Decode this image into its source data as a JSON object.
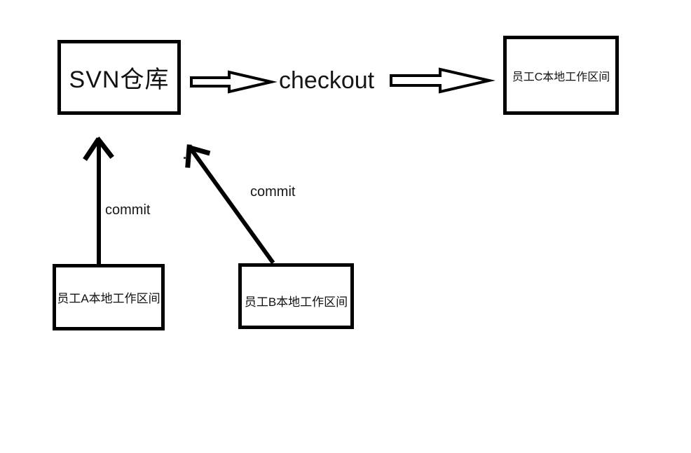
{
  "canvas": {
    "background": "#ffffff",
    "stroke_color": "#000000",
    "text_color": "#161616"
  },
  "nodes": {
    "svn": {
      "label": "SVN仓库"
    },
    "worker_a": {
      "label": "员工A本地工作区间"
    },
    "worker_b": {
      "label": "员工B本地工作区间"
    },
    "worker_c": {
      "label": "员工C本地工作区间"
    }
  },
  "labels": {
    "checkout": "checkout",
    "commit_a": "commit",
    "commit_b": "commit"
  },
  "edges": [
    {
      "from": "svn",
      "via_label": "checkout",
      "to": "worker_c",
      "style": "hollow-block-arrow",
      "direction": "right"
    },
    {
      "from": "worker_a",
      "to": "svn",
      "label": "commit",
      "style": "drawn-line-arrow",
      "direction": "up"
    },
    {
      "from": "worker_b",
      "to": "svn",
      "label": "commit",
      "style": "drawn-line-arrow",
      "direction": "up-left"
    }
  ]
}
